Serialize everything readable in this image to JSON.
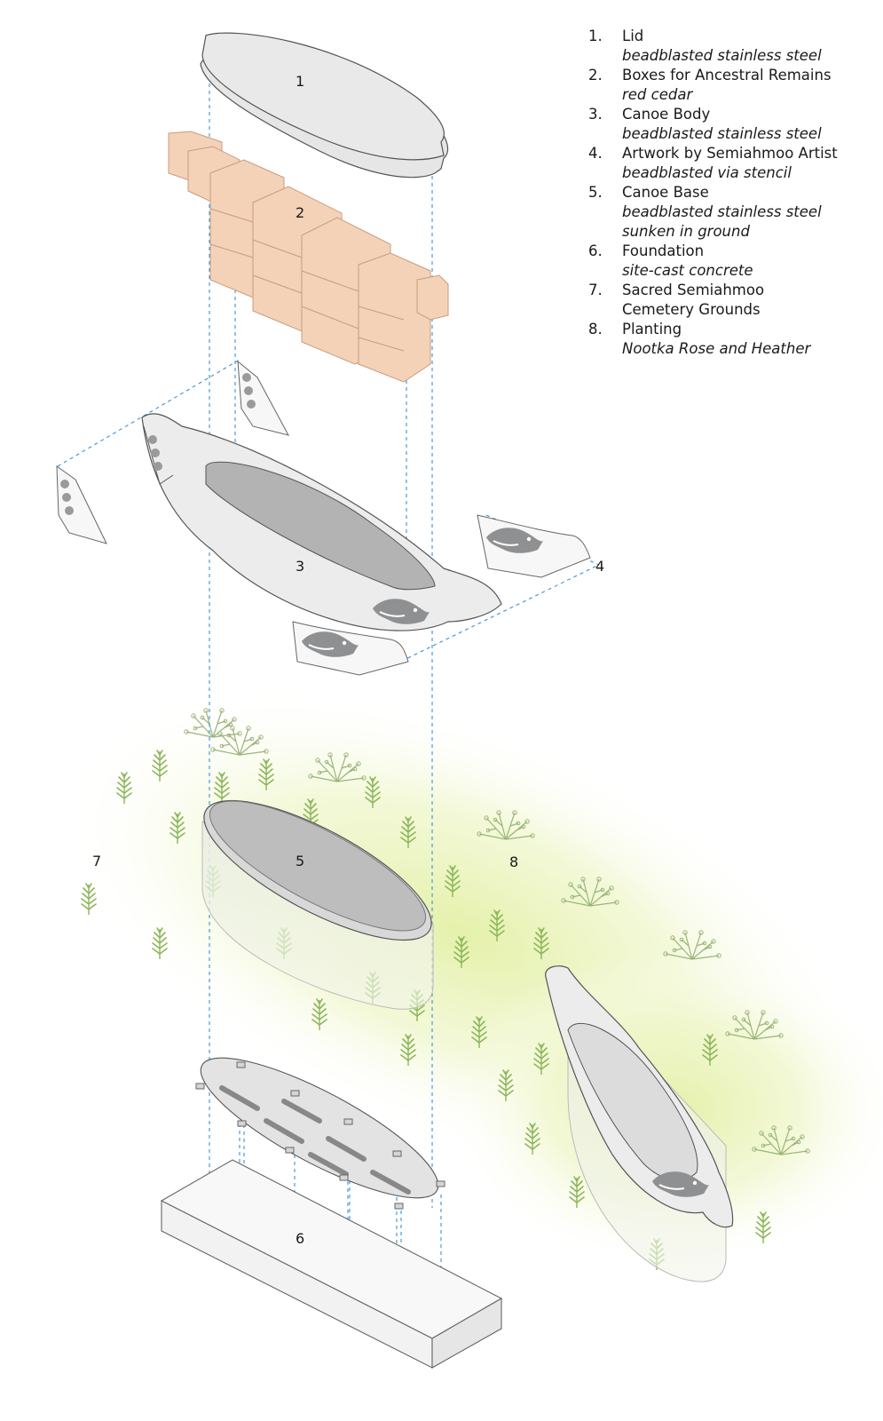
{
  "diagram": {
    "labels": {
      "lid": "1",
      "boxes": "2",
      "canoe_body": "3",
      "artwork": "4",
      "canoe_base": "5",
      "foundation": "6",
      "cemetery": "7",
      "planting": "8"
    }
  },
  "legend": {
    "items": [
      {
        "num": "1.",
        "title": "Lid",
        "lines": [
          "beadblasted stainless steel"
        ]
      },
      {
        "num": "2.",
        "title": "Boxes for Ancestral Remains",
        "lines": [
          "red cedar"
        ]
      },
      {
        "num": "3.",
        "title": "Canoe Body",
        "lines": [
          "beadblasted stainless steel"
        ]
      },
      {
        "num": "4.",
        "title": "Artwork by Semiahmoo Artist",
        "lines": [
          "beadblasted via stencil"
        ]
      },
      {
        "num": "5.",
        "title": "Canoe Base",
        "lines": [
          "beadblasted stainless steel",
          "sunken in ground"
        ]
      },
      {
        "num": "6.",
        "title": "Foundation",
        "lines": [
          "site-cast concrete"
        ]
      },
      {
        "num": "7.",
        "title": "Sacred Semiahmoo",
        "lines": [
          "Cemetery Grounds"
        ],
        "second_plain": true
      },
      {
        "num": "8.",
        "title": "Planting",
        "lines": [
          "Nootka Rose and Heather"
        ]
      }
    ]
  },
  "colors": {
    "steel": "#e6e6e6",
    "steel_dark": "#bdbdbd",
    "cedar": "#f3d2b8",
    "cedar_edge": "#d4a88a",
    "guide": "#3b8fd6",
    "ground_glow": "#e6f2b0",
    "plant": "#8db65a"
  }
}
